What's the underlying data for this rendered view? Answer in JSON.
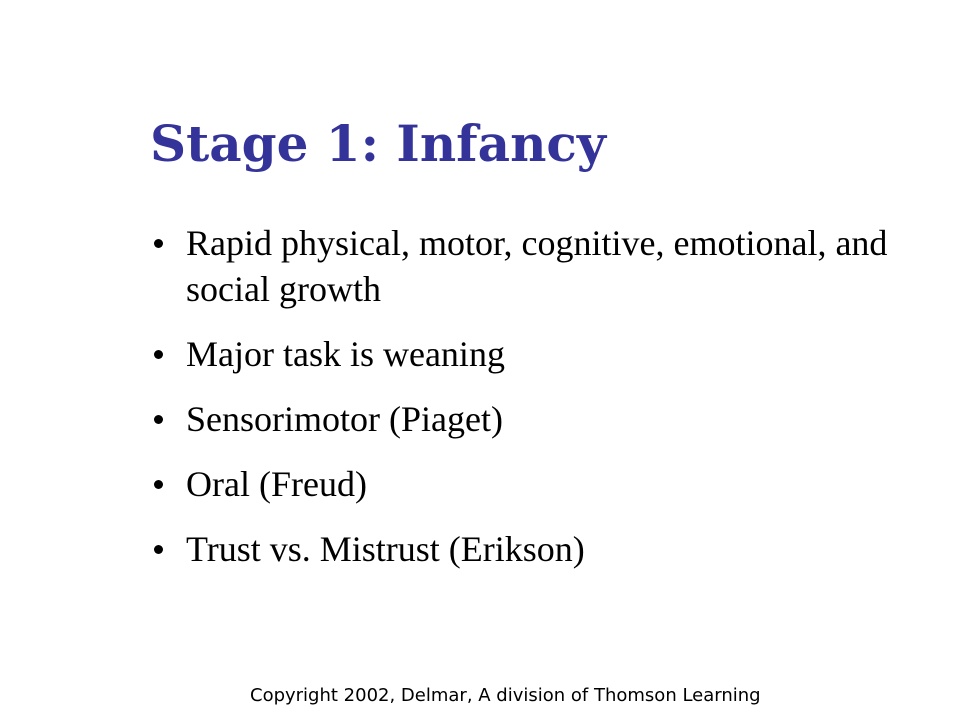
{
  "slide": {
    "title": "Stage 1: Infancy",
    "bullets": [
      {
        "text": "Rapid physical, motor, cognitive, emotional, and social growth"
      },
      {
        "text": "Major task is weaning"
      },
      {
        "text": "Sensorimotor (Piaget)"
      },
      {
        "text": "Oral (Freud)"
      },
      {
        "text": "Trust vs. Mistrust (Erikson)"
      }
    ],
    "footer": "Copyright 2002, Delmar, A division of Thomson Learning"
  }
}
